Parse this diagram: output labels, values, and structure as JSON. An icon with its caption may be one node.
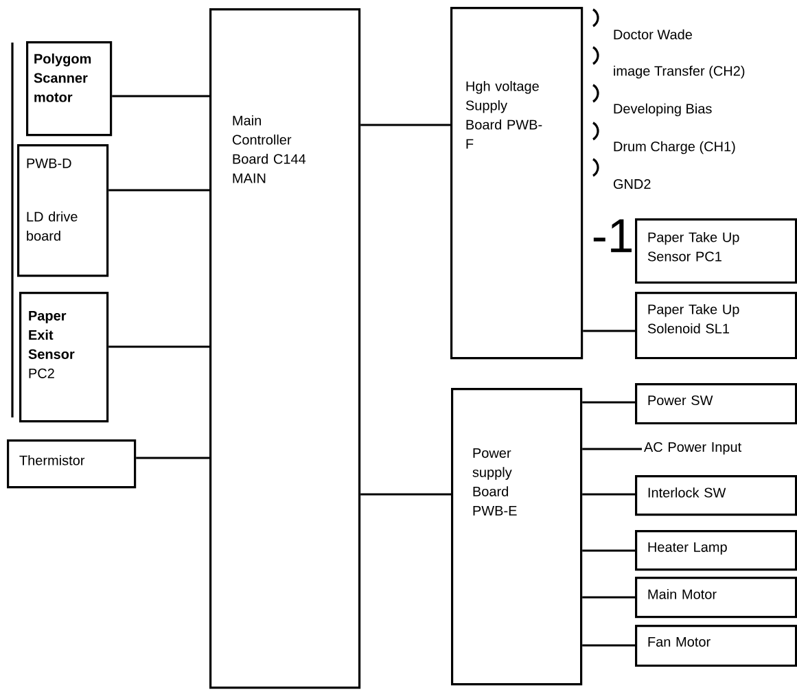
{
  "diagram": {
    "nodes": [
      {
        "text": [
          "Polygom Scanner motor"
        ]
      },
      {
        "text": [
          "PWB-D",
          "LD drive board"
        ]
      },
      {
        "text": [
          "**Paper Exit Sensor** PC2"
        ]
      },
      {
        "text": [
          "Thermistor"
        ]
      },
      {
        "text": [
          "Main Controller Board C144 MAIN"
        ]
      },
      {
        "text": [
          "Hgh voltage Supply Board PWB-F"
        ]
      },
      {
        "text": [
          "Paper Take Up Sensor PC1"
        ]
      },
      {
        "text": [
          "Paper Take Up Solenoid SL1"
        ]
      },
      {
        "text": [
          "Power supply Board PWB-E"
        ]
      },
      {
        "text": [
          "Power SW"
        ]
      },
      {
        "text": [
          "AC Power Input"
        ]
      },
      {
        "text": [
          "Interlock SW"
        ]
      },
      {
        "text": [
          "Heater Lamp"
        ]
      },
      {
        "text": [
          "Main Motor"
        ]
      },
      {
        "text": [
          "Fan Motor"
        ]
      }
    ],
    "edges": [
      {
        "from": 0,
        "to": 4,
        "arrow": "none"
      },
      {
        "from": 1,
        "to": 4,
        "arrow": "none"
      },
      {
        "from": 2,
        "to": 4,
        "arrow": "none"
      },
      {
        "from": 3,
        "to": 4,
        "arrow": "none"
      },
      {
        "from": 4,
        "to": 5,
        "arrow": "none"
      },
      {
        "from": 4,
        "to": 8,
        "arrow": "none"
      },
      {
        "from": 5,
        "to": 7,
        "arrow": "none"
      },
      {
        "from": 8,
        "to": 9,
        "arrow": "none"
      },
      {
        "from": 8,
        "to": 10,
        "arrow": "none"
      },
      {
        "from": 8,
        "to": 11,
        "arrow": "none"
      },
      {
        "from": 8,
        "to": 12,
        "arrow": "none"
      },
      {
        "from": 8,
        "to": 13,
        "arrow": "none"
      },
      {
        "from": 8,
        "to": 14,
        "arrow": "none"
      }
    ],
    "labels": [
      "Doctor Wade",
      "image Transfer (CH2)",
      "Developing Bias",
      "Drum Charge (CH1)",
      "GND2",
      "-1"
    ]
  }
}
